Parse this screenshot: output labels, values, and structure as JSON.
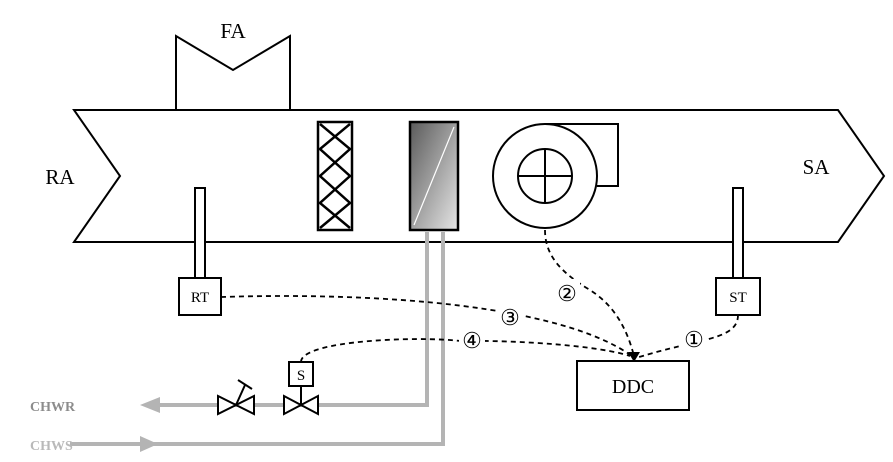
{
  "labels": {
    "fa": "FA",
    "ra": "RA",
    "sa": "SA",
    "rt": "RT",
    "st": "ST",
    "s": "S",
    "ddc": "DDC",
    "chwr": "CHWR",
    "chws": "CHWS"
  },
  "signals": {
    "one": "①",
    "two": "②",
    "three": "③",
    "four": "④"
  },
  "colors": {
    "line": "#000000",
    "pipe": "#b4b4b4",
    "chwr_text": "#8c8c8c",
    "chws_text": "#b9b9b9"
  }
}
